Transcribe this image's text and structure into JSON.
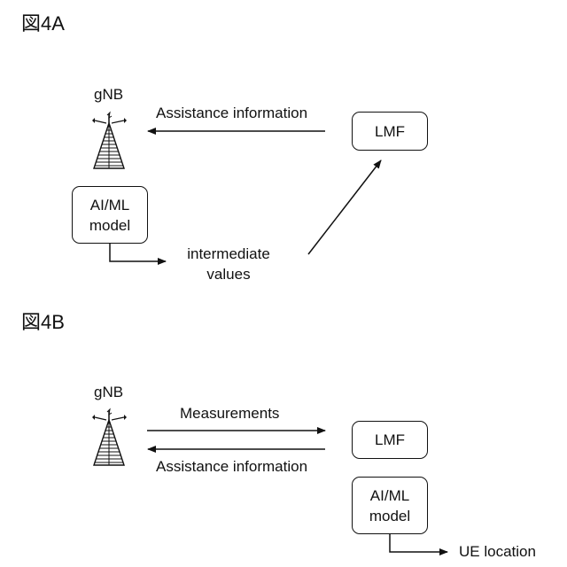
{
  "figure_4a": {
    "label": "図4A",
    "gnb_label": "gNB",
    "lmf_label": "LMF",
    "model_box": {
      "line1": "AI/ML",
      "line2": "model"
    },
    "arrow_assistance_label": "Assistance information",
    "intermediate_label": {
      "line1": "intermediate",
      "line2": "values"
    }
  },
  "figure_4b": {
    "label": "図4B",
    "gnb_label": "gNB",
    "lmf_label": "LMF",
    "model_box": {
      "line1": "AI/ML",
      "line2": "model"
    },
    "arrow_measurements_label": "Measurements",
    "arrow_assistance_label": "Assistance information",
    "output_label": "UE location"
  },
  "icons": {
    "tower": "cell-tower-icon"
  },
  "colors": {
    "stroke": "#111111",
    "background": "#ffffff"
  }
}
